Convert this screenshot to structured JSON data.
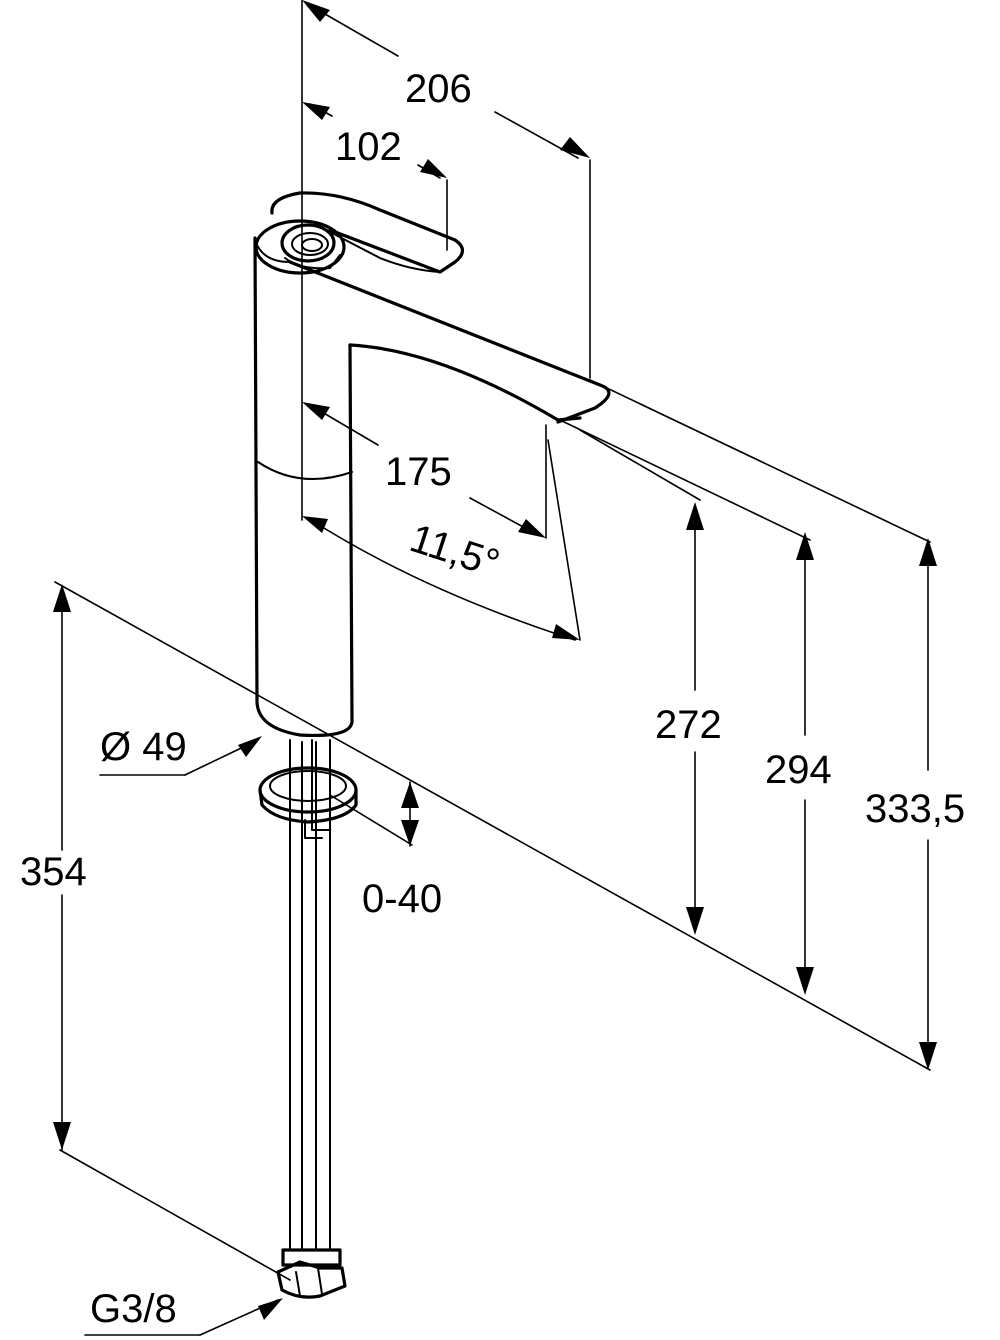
{
  "diagram": {
    "type": "technical-drawing",
    "subject": "single-lever basin faucet, tall spout",
    "dimensions": {
      "width_total": "206",
      "lever_length": "102",
      "spout_reach": "175",
      "spout_angle": "11,5°",
      "spout_outlet_height": "272",
      "spout_top_height": "294",
      "total_height": "333,5",
      "body_diameter": "Ø 49",
      "countertop_thickness": "0-40",
      "hose_length": "354",
      "connection_thread": "G3/8"
    }
  }
}
